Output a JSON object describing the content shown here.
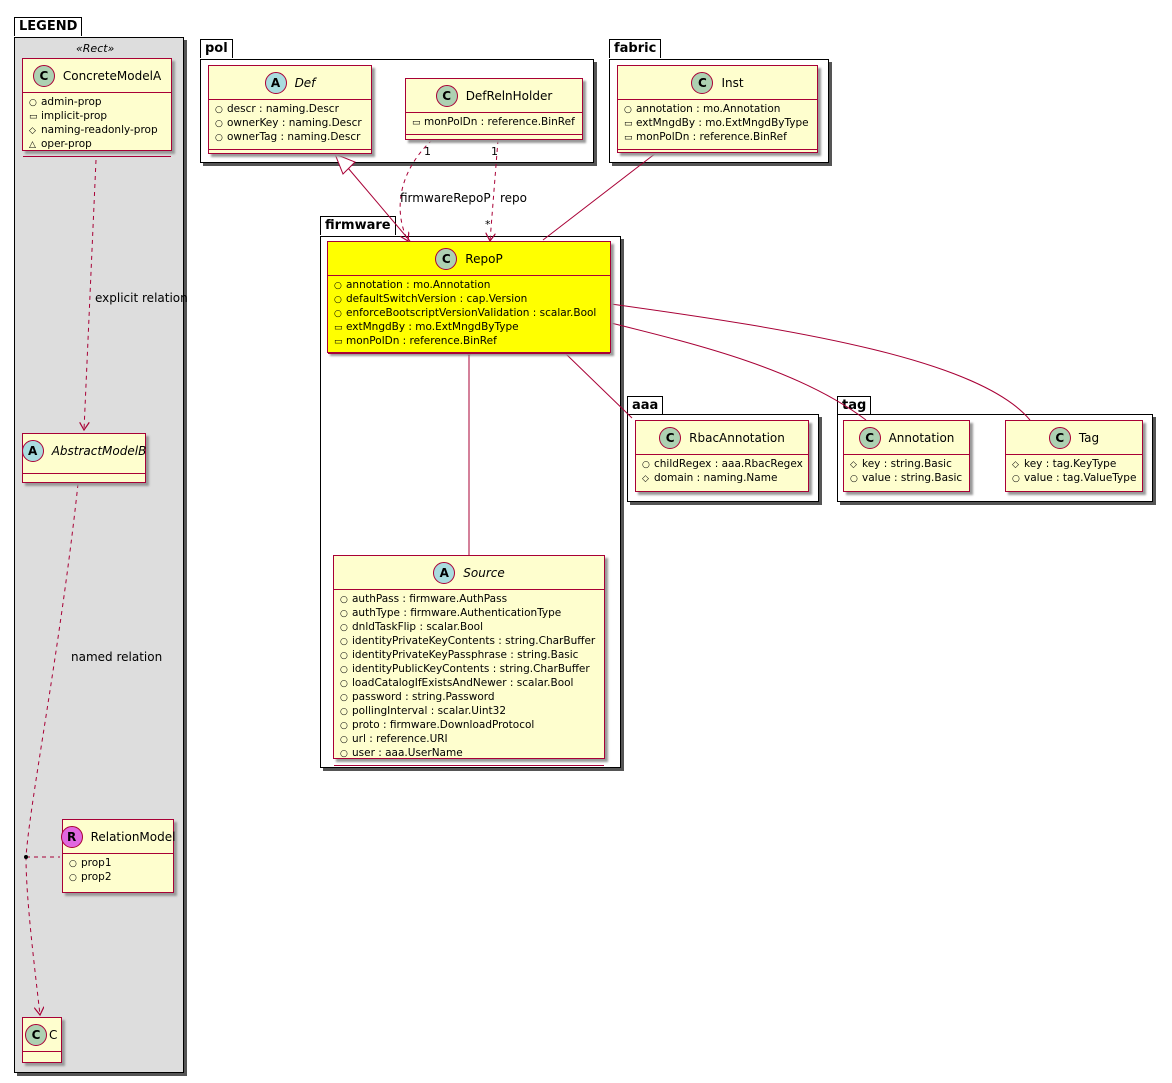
{
  "packages": {
    "legend": "LEGEND",
    "pol": "pol",
    "fabric": "fabric",
    "firmware": "firmware",
    "aaa": "aaa",
    "tag": "tag"
  },
  "legend": {
    "stereotype": "«Rect»",
    "concrete": {
      "badge": "C",
      "name": "ConcreteModelA",
      "attrs": [
        {
          "vis": "○",
          "text": "admin-prop"
        },
        {
          "vis": "▭",
          "text": "implicit-prop"
        },
        {
          "vis": "◇",
          "text": "naming-readonly-prop"
        },
        {
          "vis": "△",
          "text": "oper-prop"
        }
      ]
    },
    "abstract": {
      "badge": "A",
      "name": "AbstractModelB"
    },
    "relation": {
      "badge": "R",
      "name": "RelationModel",
      "attrs": [
        {
          "vis": "○",
          "text": "prop1"
        },
        {
          "vis": "○",
          "text": "prop2"
        }
      ]
    },
    "c": {
      "badge": "C",
      "name": "C"
    },
    "explicit_label": "explicit relation",
    "named_label": "named relation"
  },
  "classes": {
    "def": {
      "badge": "A",
      "name": "Def",
      "attrs": [
        {
          "vis": "○",
          "text": "descr : naming.Descr"
        },
        {
          "vis": "○",
          "text": "ownerKey : naming.Descr"
        },
        {
          "vis": "○",
          "text": "ownerTag : naming.Descr"
        }
      ]
    },
    "defreln": {
      "badge": "C",
      "name": "DefRelnHolder",
      "attrs": [
        {
          "vis": "▭",
          "text": "monPolDn : reference.BinRef"
        }
      ]
    },
    "inst": {
      "badge": "C",
      "name": "Inst",
      "attrs": [
        {
          "vis": "○",
          "text": "annotation : mo.Annotation"
        },
        {
          "vis": "▭",
          "text": "extMngdBy : mo.ExtMngdByType"
        },
        {
          "vis": "▭",
          "text": "monPolDn : reference.BinRef"
        }
      ]
    },
    "repop": {
      "badge": "C",
      "name": "RepoP",
      "attrs": [
        {
          "vis": "○",
          "text": "annotation : mo.Annotation"
        },
        {
          "vis": "○",
          "text": "defaultSwitchVersion : cap.Version"
        },
        {
          "vis": "○",
          "text": "enforceBootscriptVersionValidation : scalar.Bool"
        },
        {
          "vis": "▭",
          "text": "extMngdBy : mo.ExtMngdByType"
        },
        {
          "vis": "▭",
          "text": "monPolDn : reference.BinRef"
        }
      ]
    },
    "source": {
      "badge": "A",
      "name": "Source",
      "attrs": [
        {
          "vis": "○",
          "text": "authPass : firmware.AuthPass"
        },
        {
          "vis": "○",
          "text": "authType : firmware.AuthenticationType"
        },
        {
          "vis": "○",
          "text": "dnldTaskFlip : scalar.Bool"
        },
        {
          "vis": "○",
          "text": "identityPrivateKeyContents : string.CharBuffer"
        },
        {
          "vis": "○",
          "text": "identityPrivateKeyPassphrase : string.Basic"
        },
        {
          "vis": "○",
          "text": "identityPublicKeyContents : string.CharBuffer"
        },
        {
          "vis": "○",
          "text": "loadCatalogIfExistsAndNewer : scalar.Bool"
        },
        {
          "vis": "○",
          "text": "password : string.Password"
        },
        {
          "vis": "○",
          "text": "pollingInterval : scalar.Uint32"
        },
        {
          "vis": "○",
          "text": "proto : firmware.DownloadProtocol"
        },
        {
          "vis": "○",
          "text": "url : reference.URI"
        },
        {
          "vis": "○",
          "text": "user : aaa.UserName"
        }
      ]
    },
    "rbac": {
      "badge": "C",
      "name": "RbacAnnotation",
      "attrs": [
        {
          "vis": "○",
          "text": "childRegex : aaa.RbacRegex"
        },
        {
          "vis": "◇",
          "text": "domain : naming.Name"
        }
      ]
    },
    "annotation": {
      "badge": "C",
      "name": "Annotation",
      "attrs": [
        {
          "vis": "◇",
          "text": "key : string.Basic"
        },
        {
          "vis": "○",
          "text": "value : string.Basic"
        }
      ]
    },
    "tag": {
      "badge": "C",
      "name": "Tag",
      "attrs": [
        {
          "vis": "◇",
          "text": "key : tag.KeyType"
        },
        {
          "vis": "○",
          "text": "value : tag.ValueType"
        }
      ]
    }
  },
  "edge_labels": {
    "firmwareRepoP": "firmwareRepoP",
    "repo": "repo",
    "mult_one_a": "1",
    "mult_one_b": "1",
    "mult_many": "*"
  },
  "colors": {
    "class_fill": "#fefece",
    "class_border": "#a80036",
    "highlight_fill": "#ffff00",
    "legend_fill": "#dddddd"
  }
}
